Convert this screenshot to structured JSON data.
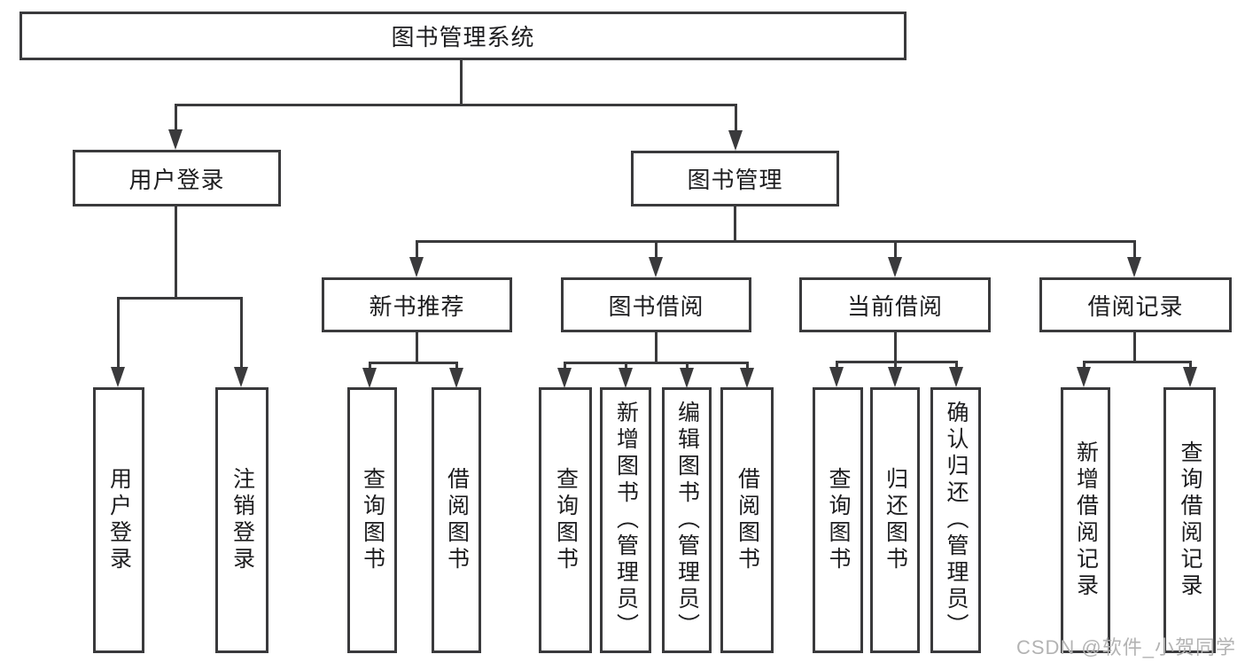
{
  "title": "图书管理系统",
  "watermark": "CSDN @软件_小贺同学",
  "colors": {
    "line": "#3a3a3c",
    "text": "#1d1d1f",
    "watermark": "#b3b3b3",
    "background": "#ffffff"
  },
  "nodes": {
    "root": "图书管理系统",
    "user_login": "用户登录",
    "book_mgmt": "图书管理",
    "new_books": "新书推荐",
    "book_borrow": "图书借阅",
    "current_borrow": "当前借阅",
    "borrow_records": "借阅记录",
    "leaf_user_login": "用户登录",
    "leaf_logout": "注销登录",
    "leaf_nb_query": "查询图书",
    "leaf_nb_borrow": "借阅图书",
    "leaf_bb_query": "查询图书",
    "leaf_bb_add": "新增图书（管理员）",
    "leaf_bb_edit": "编辑图书（管理员）",
    "leaf_bb_borrow": "借阅图书",
    "leaf_cb_query": "查询图书",
    "leaf_cb_return": "归还图书",
    "leaf_cb_confirm": "确认归还（管理员）",
    "leaf_br_add": "新增借阅记录",
    "leaf_br_query": "查询借阅记录"
  }
}
